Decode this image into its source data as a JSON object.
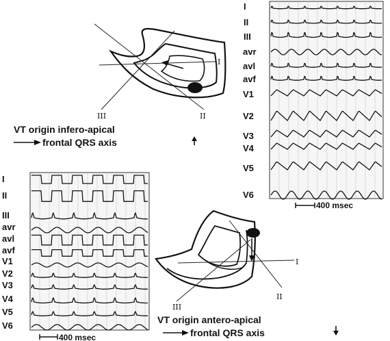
{
  "top_panel": {
    "leads": [
      "I",
      "II",
      "III",
      "avr",
      "avl",
      "avf",
      "V1",
      "V2",
      "V3",
      "V4",
      "V5",
      "V6"
    ],
    "scale_label": "400 msec",
    "caption_line1": "VT origin infero-apical",
    "caption_line2": "frontal QRS axis",
    "axis_labels": {
      "lead_I": "I",
      "lead_II": "II",
      "lead_III": "III"
    },
    "axis_arrow": "up"
  },
  "bottom_panel": {
    "leads": [
      "I",
      "II",
      "III",
      "avr",
      "avl",
      "avf",
      "V1",
      "V2",
      "V3",
      "V4",
      "V5",
      "V6"
    ],
    "scale_label": "400 msec",
    "caption_line1": "VT origin antero-apical",
    "caption_line2": "frontal QRS axis",
    "axis_labels": {
      "lead_I": "I",
      "lead_II": "II",
      "lead_III": "III"
    },
    "axis_arrow": "down"
  }
}
